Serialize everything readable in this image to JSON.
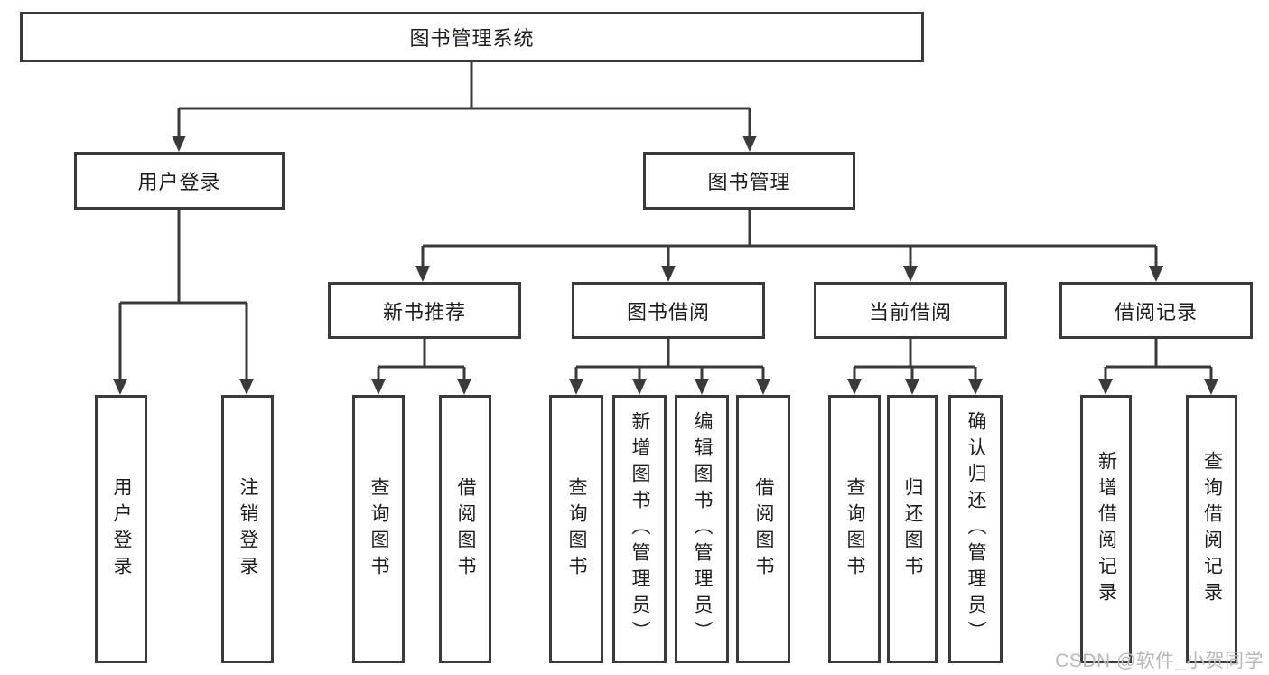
{
  "tree": {
    "label": "图书管理系统",
    "children": [
      {
        "label": "用户登录",
        "children": [
          {
            "label": "用户登录"
          },
          {
            "label": "注销登录"
          }
        ]
      },
      {
        "label": "图书管理",
        "children": [
          {
            "label": "新书推荐",
            "children": [
              {
                "label": "查询图书"
              },
              {
                "label": "借阅图书"
              }
            ]
          },
          {
            "label": "图书借阅",
            "children": [
              {
                "label": "查询图书"
              },
              {
                "label": "新增图书（管理员）"
              },
              {
                "label": "编辑图书（管理员）"
              },
              {
                "label": "借阅图书"
              }
            ]
          },
          {
            "label": "当前借阅",
            "children": [
              {
                "label": "查询图书"
              },
              {
                "label": "归还图书"
              },
              {
                "label": "确认归还（管理员）"
              }
            ]
          },
          {
            "label": "借阅记录",
            "children": [
              {
                "label": "新增借阅记录"
              },
              {
                "label": "查询借阅记录"
              }
            ]
          }
        ]
      }
    ]
  },
  "watermark": {
    "text": "CSDN @软件_小贺同学"
  },
  "colors": {
    "line": "#3a3a3a",
    "text": "#1d1d1f",
    "background": "#ffffff",
    "watermark": "#b8b8bd"
  }
}
